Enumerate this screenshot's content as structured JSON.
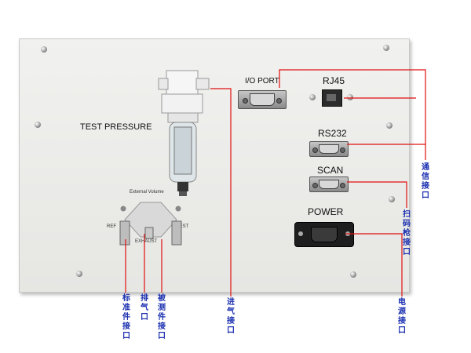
{
  "panel": {
    "test_pressure": "TEST PRESSURE",
    "io_port": "I/O PORT",
    "rj45": "RJ45",
    "rs232": "RS232",
    "scan": "SCAN",
    "power": "POWER",
    "external_volume": "External Volume",
    "ref": "REF",
    "test": "TEST",
    "exhaust": "EXHAUST"
  },
  "callouts": {
    "standard_port": "标准件接口",
    "exhaust_port": "排气口",
    "test_piece_port": "被测件接口",
    "air_inlet": "进气接口",
    "communication_port": "通信接口",
    "scanner_port": "扫码枪接口",
    "power_port": "电源接口"
  },
  "colors": {
    "callout_line": "#e01010",
    "callout_text": "#1a2fb0",
    "panel": "#ececea"
  }
}
